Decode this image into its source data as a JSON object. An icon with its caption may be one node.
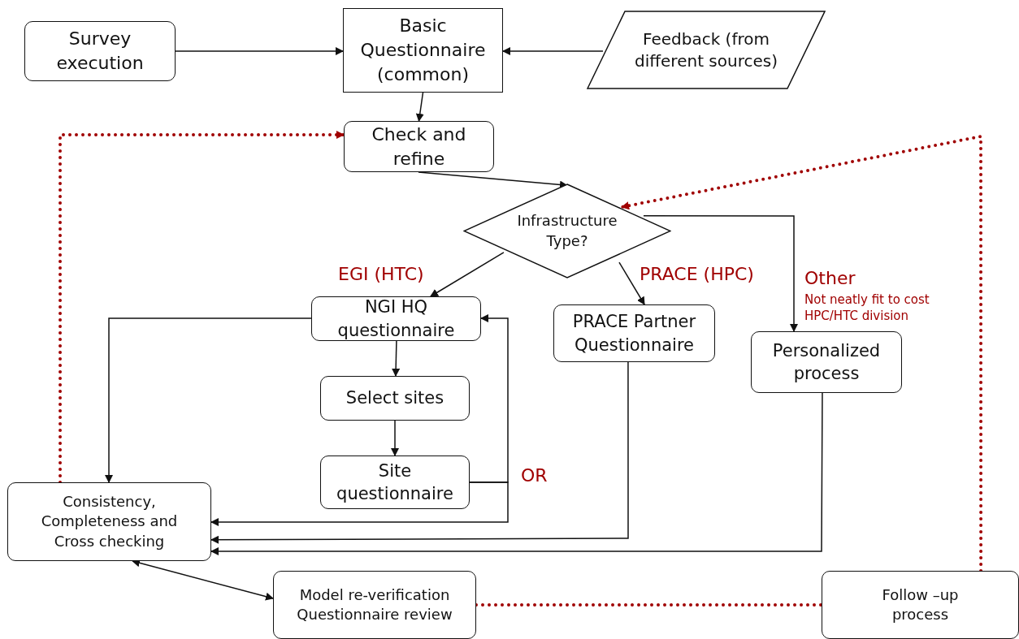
{
  "diagram": {
    "nodes": [
      {
        "text": [
          "Survey execution"
        ]
      },
      {
        "text": [
          "Basic Questionnaire (common)"
        ]
      },
      {
        "text": [
          "Feedback (from different sources)"
        ]
      },
      {
        "text": [
          "Check and refine"
        ]
      },
      {
        "text": [
          "Infrastructure Type?"
        ]
      },
      {
        "text": [
          "NGI HQ questionnaire"
        ]
      },
      {
        "text": [
          "PRACE Partner Questionnaire"
        ]
      },
      {
        "text": [
          "Personalized process"
        ]
      },
      {
        "text": [
          "Select sites"
        ]
      },
      {
        "text": [
          "Site questionnaire"
        ]
      },
      {
        "text": [
          "Consistency, Completeness and Cross checking"
        ]
      },
      {
        "text": [
          "Model re-verification Questionnaire review"
        ]
      },
      {
        "text": [
          "Follow –up process"
        ]
      }
    ],
    "edges": [
      {
        "from": 0,
        "to": 1,
        "arrow": "to"
      },
      {
        "from": 2,
        "to": 1,
        "arrow": "to"
      },
      {
        "from": 1,
        "to": 3,
        "arrow": "to"
      },
      {
        "from": 3,
        "to": 4,
        "arrow": "to"
      },
      {
        "from": 4,
        "to": 5,
        "arrow": "to",
        "label": "EGI (HTC)"
      },
      {
        "from": 4,
        "to": 6,
        "arrow": "to",
        "label": "PRACE (HPC)"
      },
      {
        "from": 4,
        "to": 7,
        "arrow": "to",
        "label": "Other"
      },
      {
        "from": 5,
        "to": 8,
        "arrow": "to"
      },
      {
        "from": 8,
        "to": 9,
        "arrow": "to"
      },
      {
        "from": 5,
        "to": 10,
        "arrow": "to"
      },
      {
        "from": 9,
        "to": 5,
        "arrow": "to"
      },
      {
        "from": 9,
        "to": 10,
        "arrow": "to"
      },
      {
        "from": 6,
        "to": 10,
        "arrow": "to"
      },
      {
        "from": 7,
        "to": 10,
        "arrow": "to"
      },
      {
        "from": 10,
        "to": 11,
        "arrow": "both"
      },
      {
        "from": 11,
        "to": 12,
        "arrow": "none",
        "style": "dashed",
        "color": "#a00000"
      },
      {
        "from": 12,
        "to": 4,
        "arrow": "to",
        "style": "dashed",
        "color": "#a00000"
      },
      {
        "from": 10,
        "to": 3,
        "arrow": "to",
        "style": "dashed",
        "color": "#a00000"
      }
    ],
    "labels": [
      "Not neatly fit to cost HPC/HTC division",
      "OR"
    ]
  }
}
